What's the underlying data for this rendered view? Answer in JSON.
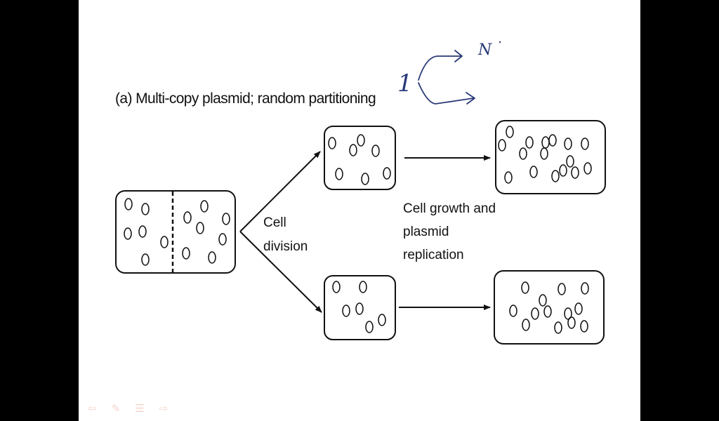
{
  "diagram": {
    "title": "(a) Multi-copy plasmid; random partitioning",
    "labels": {
      "cell_division_line1": "Cell",
      "cell_division_line2": "division",
      "growth_line1": "Cell  growth and",
      "growth_line2": "plasmid",
      "growth_line3": "replication"
    },
    "annotation": {
      "number": "1",
      "letter": "N"
    }
  },
  "toolbar": {
    "icons": [
      "previous-icon",
      "pen-icon",
      "menu-icon",
      "next-icon"
    ],
    "glyphs": [
      "⇦",
      "✎",
      "☰",
      "⇨"
    ],
    "color": "#e08a6a"
  },
  "colors": {
    "ink": "#111111",
    "annotation_ink": "#2a3a78",
    "background": "#ffffff",
    "letterbox": "#000000"
  }
}
